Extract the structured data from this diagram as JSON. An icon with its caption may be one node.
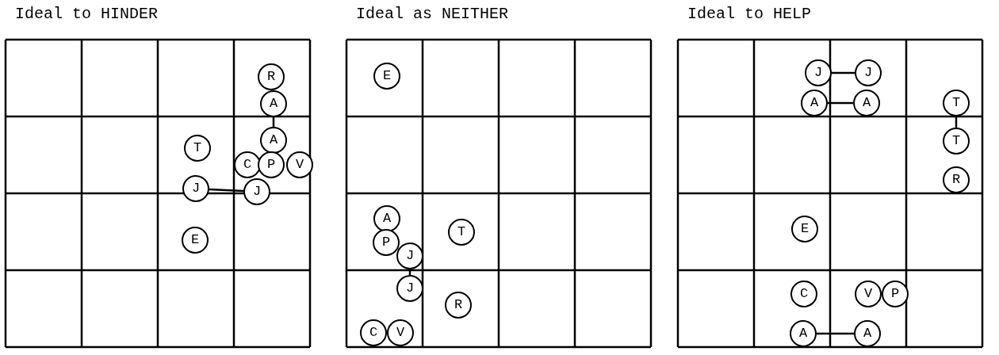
{
  "diagram": {
    "nodes": [
      {
        "text": [
          "Ideal to HINDER"
        ]
      },
      {
        "text": [
          "R"
        ],
        "in": 0
      },
      {
        "text": [
          "A"
        ],
        "in": 0
      },
      {
        "text": [
          "A"
        ],
        "in": 0
      },
      {
        "text": [
          "T"
        ],
        "in": 0
      },
      {
        "text": [
          "C"
        ],
        "in": 0
      },
      {
        "text": [
          "P"
        ],
        "in": 0
      },
      {
        "text": [
          "V"
        ],
        "in": 0
      },
      {
        "text": [
          "J"
        ],
        "in": 0
      },
      {
        "text": [
          "J"
        ],
        "in": 0
      },
      {
        "text": [
          "E"
        ],
        "in": 0
      },
      {
        "text": [
          "Ideal as NEITHER"
        ]
      },
      {
        "text": [
          "E"
        ],
        "in": 11
      },
      {
        "text": [
          "A"
        ],
        "in": 11
      },
      {
        "text": [
          "T"
        ],
        "in": 11
      },
      {
        "text": [
          "P"
        ],
        "in": 11
      },
      {
        "text": [
          "J"
        ],
        "in": 11
      },
      {
        "text": [
          "J"
        ],
        "in": 11
      },
      {
        "text": [
          "R"
        ],
        "in": 11
      },
      {
        "text": [
          "C"
        ],
        "in": 11
      },
      {
        "text": [
          "V"
        ],
        "in": 11
      },
      {
        "text": [
          "Ideal to HELP"
        ]
      },
      {
        "text": [
          "J"
        ],
        "in": 21
      },
      {
        "text": [
          "J"
        ],
        "in": 21
      },
      {
        "text": [
          "A"
        ],
        "in": 21
      },
      {
        "text": [
          "A"
        ],
        "in": 21
      },
      {
        "text": [
          "T"
        ],
        "in": 21
      },
      {
        "text": [
          "T"
        ],
        "in": 21
      },
      {
        "text": [
          "R"
        ],
        "in": 21
      },
      {
        "text": [
          "E"
        ],
        "in": 21
      },
      {
        "text": [
          "C"
        ],
        "in": 21
      },
      {
        "text": [
          "V"
        ],
        "in": 21
      },
      {
        "text": [
          "P"
        ],
        "in": 21
      },
      {
        "text": [
          "A"
        ],
        "in": 21
      },
      {
        "text": [
          "A"
        ],
        "in": 21
      }
    ],
    "edges": [
      {
        "from": 2,
        "to": 3,
        "arrow": "none"
      },
      {
        "from": 8,
        "to": 9,
        "arrow": "none"
      },
      {
        "from": 16,
        "to": 17,
        "arrow": "none"
      },
      {
        "from": 22,
        "to": 23,
        "arrow": "none"
      },
      {
        "from": 24,
        "to": 25,
        "arrow": "none"
      },
      {
        "from": 26,
        "to": 27,
        "arrow": "none"
      },
      {
        "from": 33,
        "to": 34,
        "arrow": "none"
      }
    ]
  }
}
